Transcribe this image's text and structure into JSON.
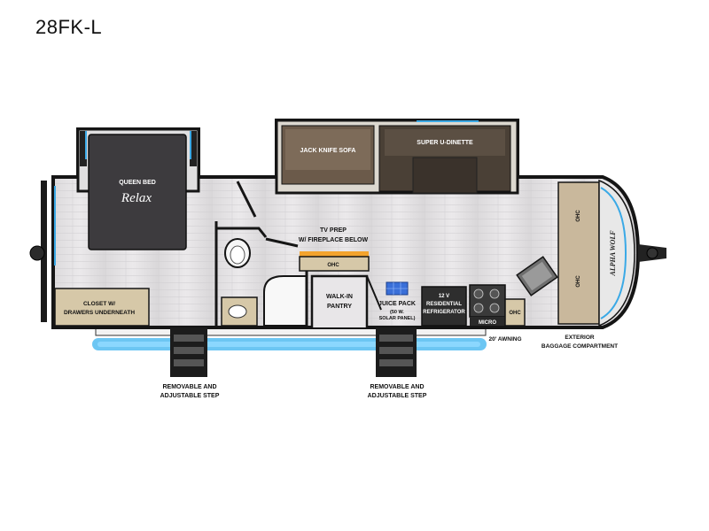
{
  "model": "28FK-L",
  "labels": {
    "queen_bed": "QUEEN BED",
    "relax": "Relax",
    "jack_knife_sofa": "JACK KNIFE SOFA",
    "super_u_dinette": "SUPER U-DINETTE",
    "tv_prep_1": "TV PREP",
    "tv_prep_2": "W/ FIREPLACE BELOW",
    "ohc": "OHC",
    "closet_1": "CLOSET W/",
    "closet_2": "DRAWERS UNDERNEATH",
    "walkin_1": "WALK-IN",
    "walkin_2": "PANTRY",
    "juice_1": "JUICE PACK",
    "juice_2": "(50 W.",
    "juice_3": "SOLAR PANEL)",
    "fridge_1": "12 V",
    "fridge_2": "RESIDENTIAL",
    "fridge_3": "REFRIGERATOR",
    "micro": "MICRO",
    "awning": "20' AWNING",
    "ext_bag_1": "EXTERIOR",
    "ext_bag_2": "BAGGAGE COMPARTMENT",
    "step_1": "REMOVABLE AND",
    "step_2": "ADJUSTABLE STEP",
    "brand": "ALPHA WOLF"
  },
  "colors": {
    "floor": "#e4e2e4",
    "outline": "#151515",
    "bed": "#3d3b3e",
    "sofa": "#6b5a4a",
    "dinette": "#4a4036",
    "cabinet": "#d6c8a8",
    "cap": "#c9b89c",
    "fireplace": "#f3a32d",
    "led": "#3aa9e6",
    "fridge": "#2e2e2e"
  }
}
